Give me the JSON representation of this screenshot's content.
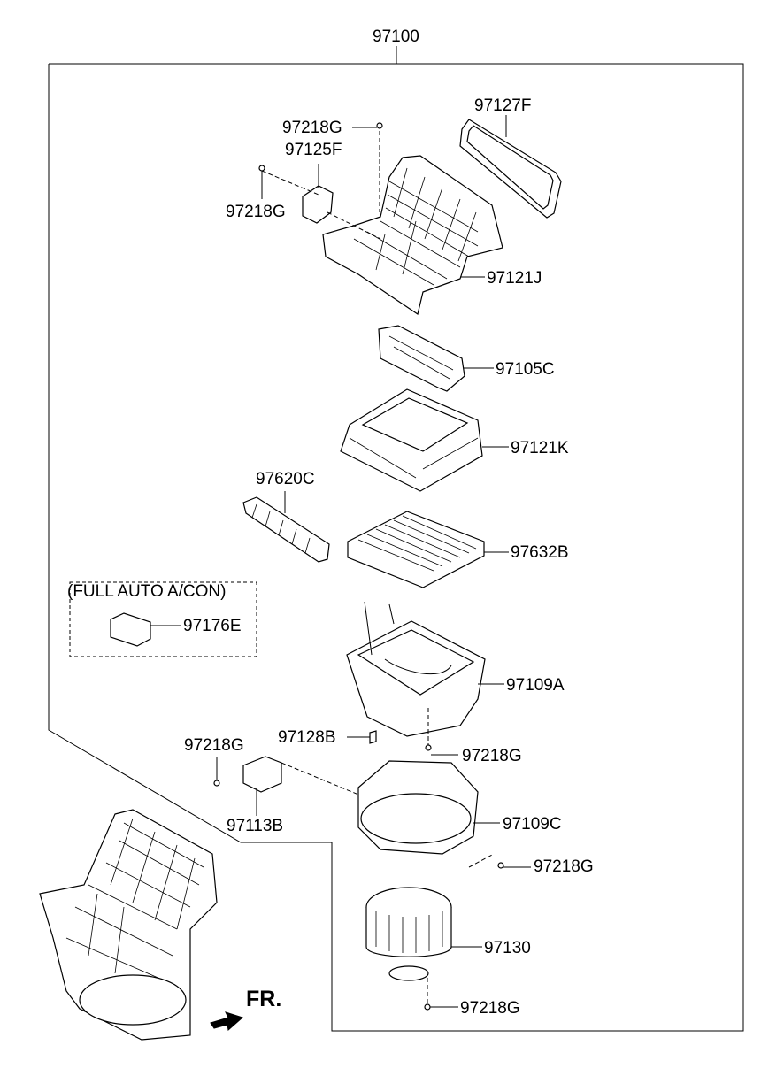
{
  "diagram": {
    "assembly_label": "97100",
    "option_label": "(FULL AUTO A/CON)",
    "direction_label": "FR.",
    "parts": {
      "p97127F": "97127F",
      "p97218G_top": "97218G",
      "p97125F": "97125F",
      "p97218G_left": "97218G",
      "p97121J": "97121J",
      "p97105C": "97105C",
      "p97121K": "97121K",
      "p97620C": "97620C",
      "p97632B": "97632B",
      "p97176E": "97176E",
      "p97109A": "97109A",
      "p97128B": "97128B",
      "p97218G_mid_left": "97218G",
      "p97218G_mid": "97218G",
      "p97113B": "97113B",
      "p97109C": "97109C",
      "p97218G_right": "97218G",
      "p97130": "97130",
      "p97218G_bottom": "97218G"
    }
  }
}
